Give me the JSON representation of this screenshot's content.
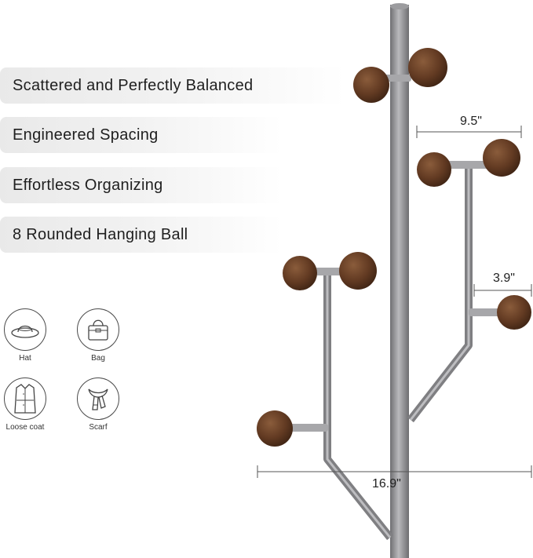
{
  "features": [
    {
      "label": "Scattered and Perfectly Balanced"
    },
    {
      "label": "Engineered Spacing"
    },
    {
      "label": "Effortless Organizing"
    },
    {
      "label": "8 Rounded Hanging Ball"
    }
  ],
  "usages": [
    {
      "label": "Hat",
      "icon": "hat-icon"
    },
    {
      "label": "Bag",
      "icon": "bag-icon"
    },
    {
      "label": "Loose coat",
      "icon": "coat-icon"
    },
    {
      "label": "Scarf",
      "icon": "scarf-icon"
    }
  ],
  "dimensions": {
    "top_span": "9.5\"",
    "side_hook": "3.9\"",
    "base_width": "16.9\""
  },
  "colors": {
    "pole": "#8e8e90",
    "ball": "#6b4228",
    "feature_bg": "#ececec"
  }
}
